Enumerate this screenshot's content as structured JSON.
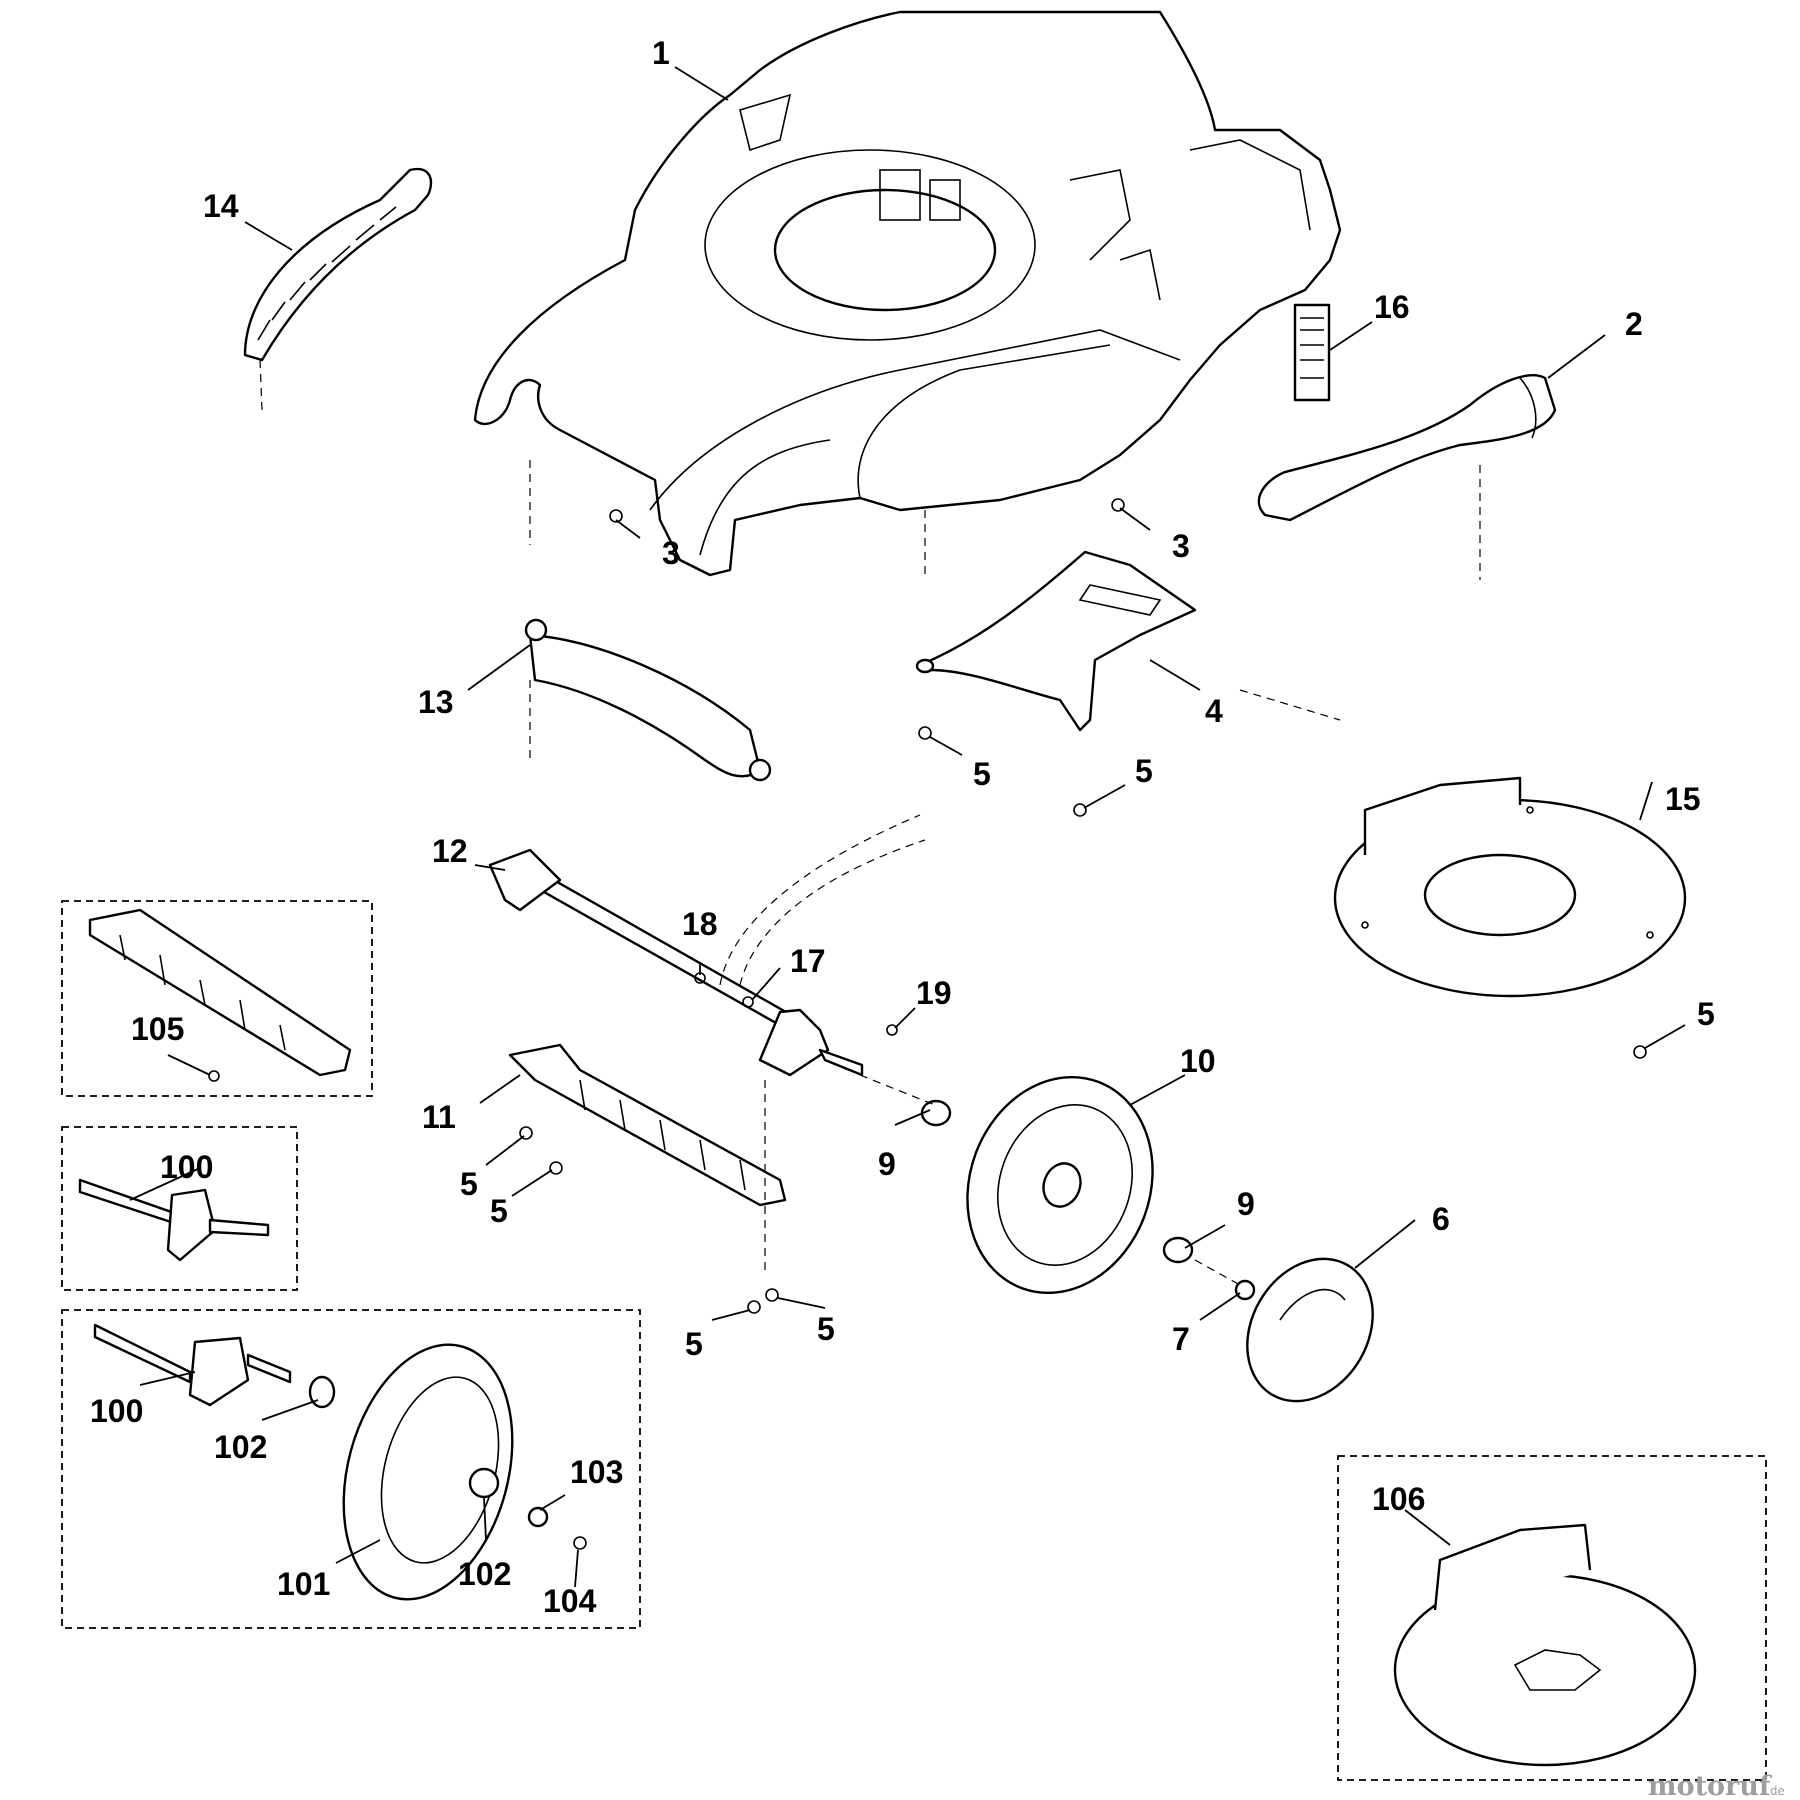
{
  "callouts": {
    "c1": "1",
    "c2": "2",
    "c3a": "3",
    "c3b": "3",
    "c4": "4",
    "c5a": "5",
    "c5b": "5",
    "c5c": "5",
    "c5d": "5",
    "c5e": "5",
    "c5f": "5",
    "c5g": "5",
    "c6": "6",
    "c7": "7",
    "c9a": "9",
    "c9b": "9",
    "c10": "10",
    "c11": "11",
    "c12": "12",
    "c13": "13",
    "c14": "14",
    "c15": "15",
    "c16": "16",
    "c17": "17",
    "c18": "18",
    "c19": "19",
    "c100a": "100",
    "c100b": "100",
    "c101": "101",
    "c102a": "102",
    "c102b": "102",
    "c103": "103",
    "c104": "104",
    "c105": "105",
    "c106": "106"
  },
  "watermark": {
    "brand": "motoruf",
    "tld": ".de"
  }
}
